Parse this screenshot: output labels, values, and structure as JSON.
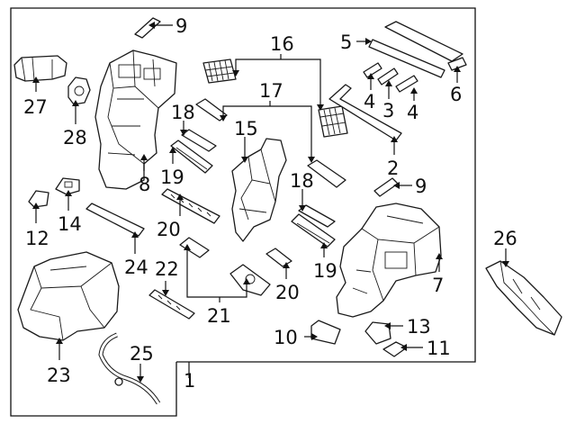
{
  "callouts": {
    "c1": "1",
    "c2": "2",
    "c3": "3",
    "c4a": "4",
    "c4b": "4",
    "c5": "5",
    "c6": "6",
    "c7": "7",
    "c8": "8",
    "c9a": "9",
    "c9b": "9",
    "c10": "10",
    "c11": "11",
    "c12": "12",
    "c13": "13",
    "c14": "14",
    "c15": "15",
    "c16": "16",
    "c17": "17",
    "c18a": "18",
    "c18b": "18",
    "c19a": "19",
    "c19b": "19",
    "c20a": "20",
    "c20b": "20",
    "c21": "21",
    "c22": "22",
    "c23": "23",
    "c24": "24",
    "c25": "25",
    "c26": "26",
    "c27": "27",
    "c28": "28"
  },
  "colors": {
    "line": "#111111",
    "fill": "#ffffff",
    "shade": "#d9d9d9"
  }
}
